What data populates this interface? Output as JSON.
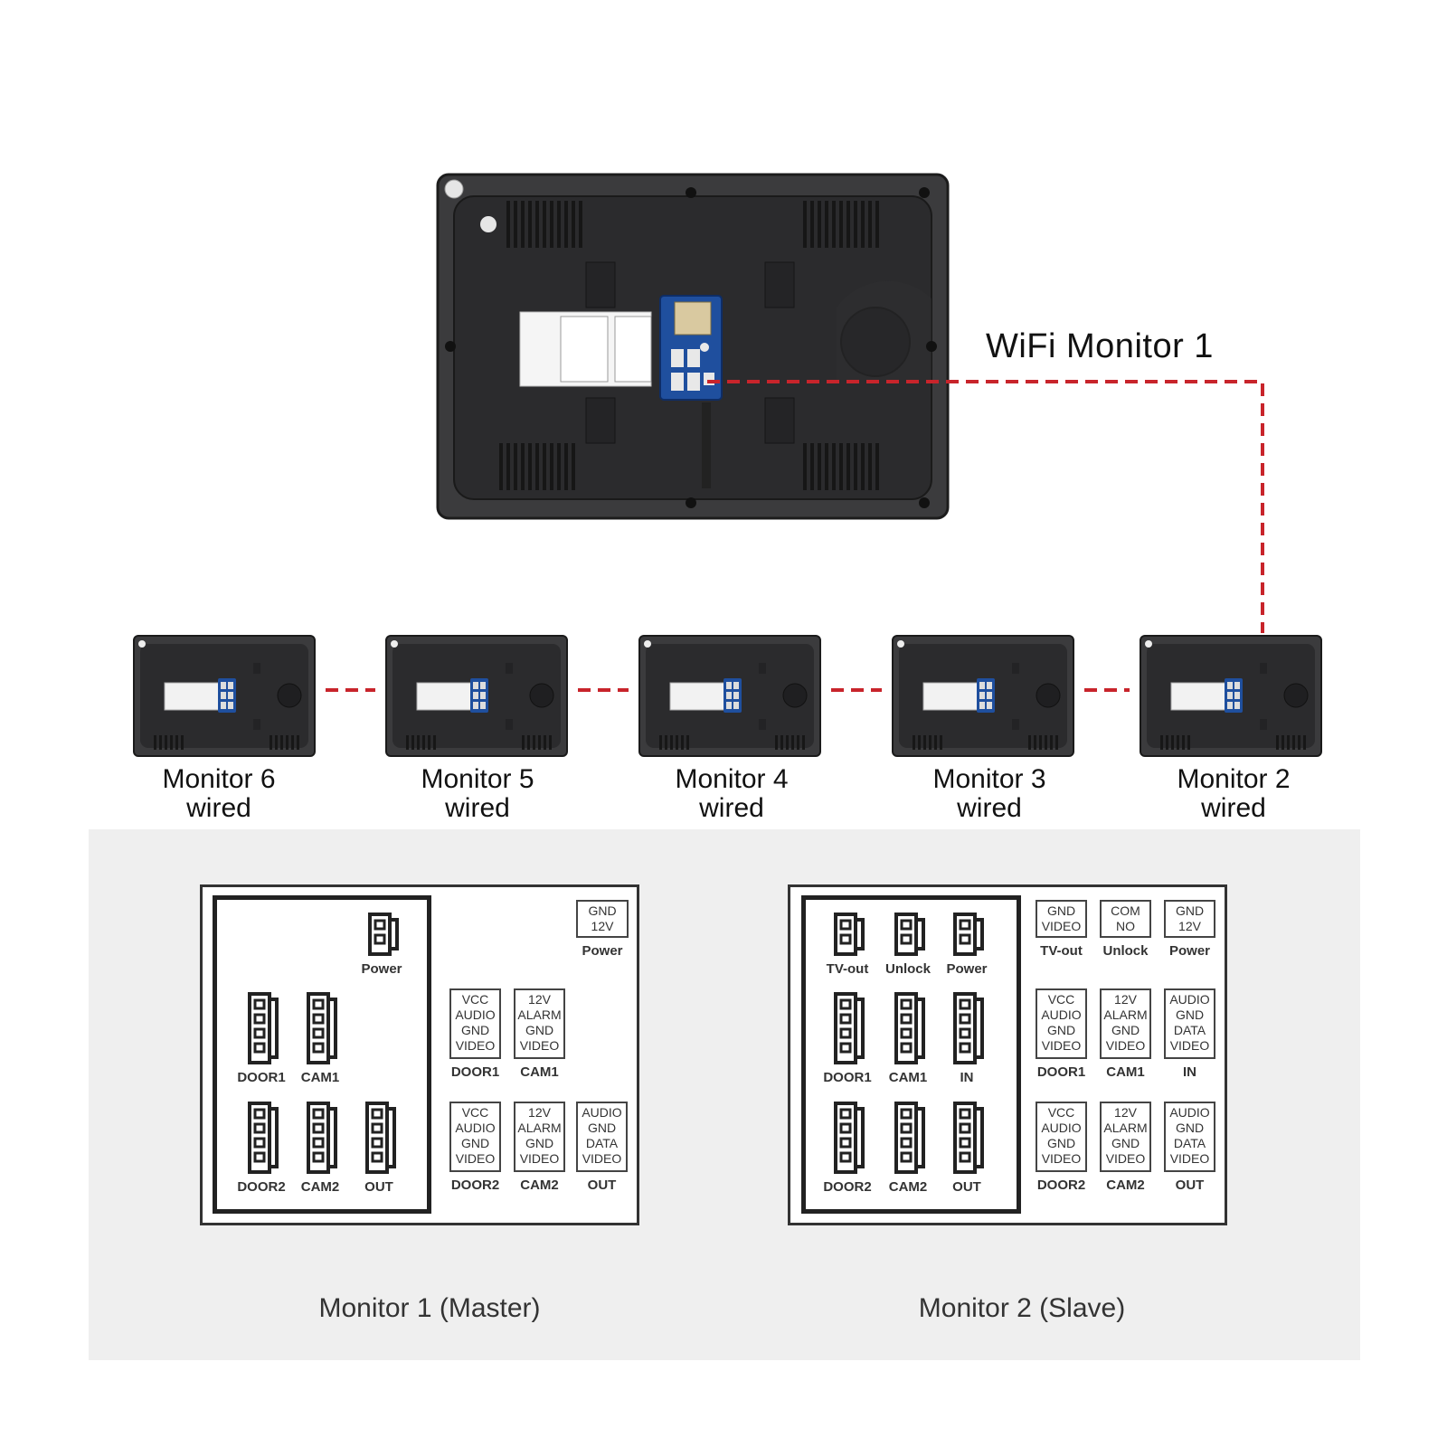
{
  "top": {
    "wifi_label": "WiFi Monitor 1"
  },
  "chain": [
    {
      "line1": "Monitor 6",
      "line2": "wired"
    },
    {
      "line1": "Monitor 5",
      "line2": "wired"
    },
    {
      "line1": "Monitor 4",
      "line2": "wired"
    },
    {
      "line1": "Monitor 3",
      "line2": "wired"
    },
    {
      "line1": "Monitor 2",
      "line2": "wired"
    }
  ],
  "master": {
    "caption": "Monitor 1 (Master)",
    "connectors": [
      "Power",
      "DOOR1",
      "CAM1",
      "DOOR2",
      "CAM2",
      "OUT"
    ],
    "terminals": [
      {
        "pins": "GND\n12V",
        "label": "Power"
      },
      {
        "pins": "VCC\nAUDIO\nGND\nVIDEO",
        "label": "DOOR1"
      },
      {
        "pins": "12V\nALARM\nGND\nVIDEO",
        "label": "CAM1"
      },
      {
        "pins": "VCC\nAUDIO\nGND\nVIDEO",
        "label": "DOOR2"
      },
      {
        "pins": "12V\nALARM\nGND\nVIDEO",
        "label": "CAM2"
      },
      {
        "pins": "AUDIO\nGND\nDATA\nVIDEO",
        "label": "OUT"
      }
    ]
  },
  "slave": {
    "caption": "Monitor 2 (Slave)",
    "connectors": [
      "TV-out",
      "Unlock",
      "Power",
      "DOOR1",
      "CAM1",
      "IN",
      "DOOR2",
      "CAM2",
      "OUT"
    ],
    "terminals": [
      {
        "pins": "GND\nVIDEO",
        "label": "TV-out"
      },
      {
        "pins": "COM\nNO",
        "label": "Unlock"
      },
      {
        "pins": "GND\n12V",
        "label": "Power"
      },
      {
        "pins": "VCC\nAUDIO\nGND\nVIDEO",
        "label": "DOOR1"
      },
      {
        "pins": "12V\nALARM\nGND\nVIDEO",
        "label": "CAM1"
      },
      {
        "pins": "AUDIO\nGND\nDATA\nVIDEO",
        "label": "IN"
      },
      {
        "pins": "VCC\nAUDIO\nGND\nVIDEO",
        "label": "DOOR2"
      },
      {
        "pins": "12V\nALARM\nGND\nVIDEO",
        "label": "CAM2"
      },
      {
        "pins": "AUDIO\nGND\nDATA\nVIDEO",
        "label": "OUT"
      }
    ]
  },
  "colors": {
    "wire": "#c8242b",
    "monitor_body": "#2e2e30",
    "monitor_bezel": "#3a3a3c",
    "port_panel": "#1f4f9e",
    "panel_bg": "#efefef"
  }
}
